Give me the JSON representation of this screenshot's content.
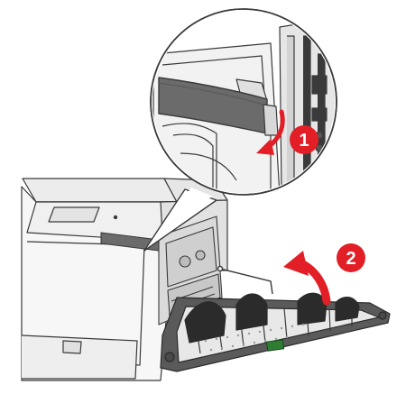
{
  "steps": [
    {
      "number": "1",
      "action": "pull-wire-out"
    },
    {
      "number": "2",
      "action": "close-door"
    }
  ],
  "colors": {
    "accent": "#e21f26",
    "line": "#3a3a3a",
    "body": "#f4f4f4",
    "shade": "#d9d9d9",
    "dark": "#2b2b2b",
    "wire": "#6b6b6b",
    "green": "#2e7d32"
  }
}
